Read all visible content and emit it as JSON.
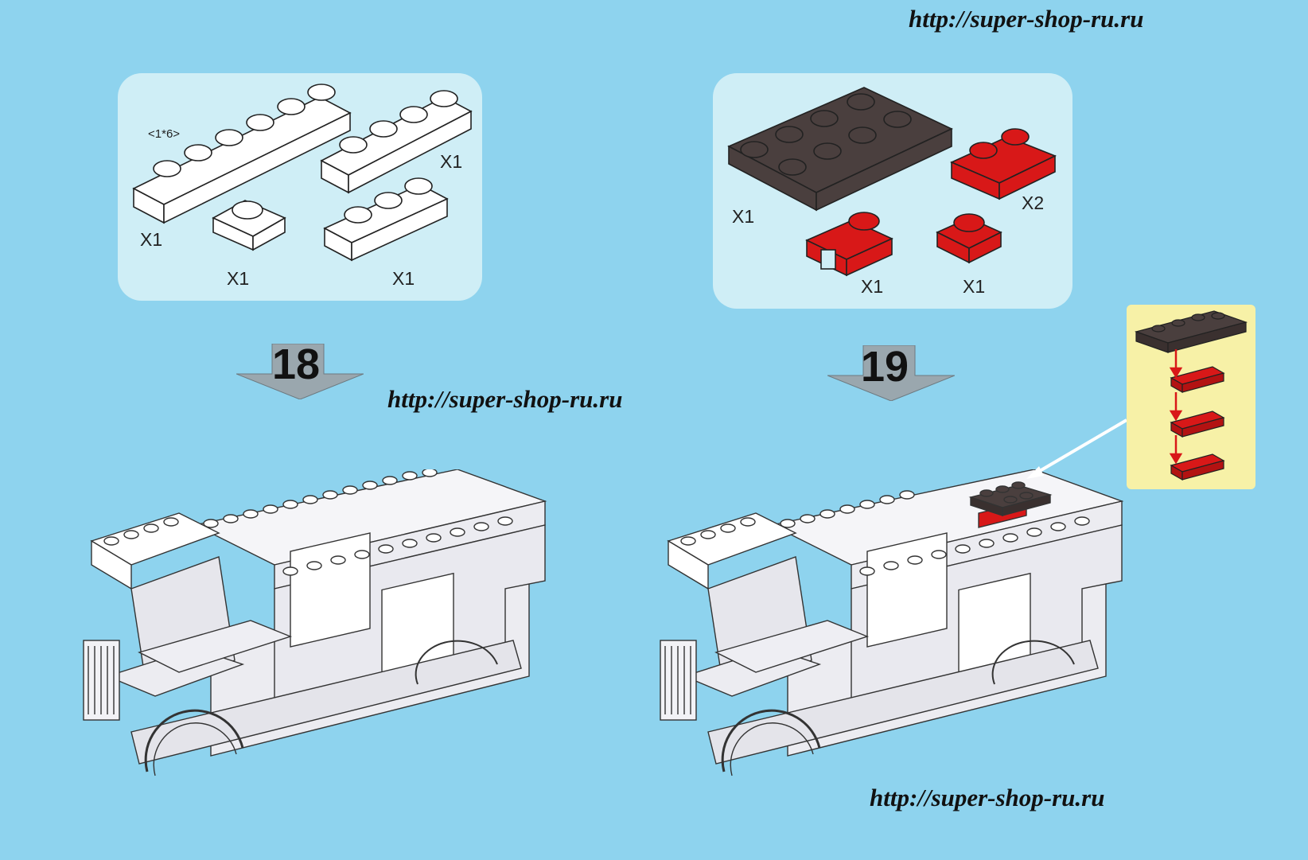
{
  "watermark": "http://super-shop-ru.ru",
  "step18": {
    "number": "18",
    "size_label": "<1*6>",
    "parts": [
      {
        "name": "white plate 1x6",
        "qty": "X1"
      },
      {
        "name": "white plate 1x4",
        "qty": "X1"
      },
      {
        "name": "white plate 1x1",
        "qty": "X1"
      },
      {
        "name": "white plate 1x3",
        "qty": "X1"
      }
    ]
  },
  "step19": {
    "number": "19",
    "parts": [
      {
        "name": "dark grey plate 2x4",
        "qty": "X1"
      },
      {
        "name": "red plate 1x2",
        "qty": "X2"
      },
      {
        "name": "red clip plate 1x1",
        "qty": "X1"
      },
      {
        "name": "red plate 1x1",
        "qty": "X1"
      }
    ]
  },
  "colors": {
    "background": "#8ed3ee",
    "panel": "#cfeef6",
    "brick_white": "#ffffff",
    "brick_dark": "#4a3f3e",
    "brick_red": "#d81818",
    "inset": "#f7f1a7"
  }
}
